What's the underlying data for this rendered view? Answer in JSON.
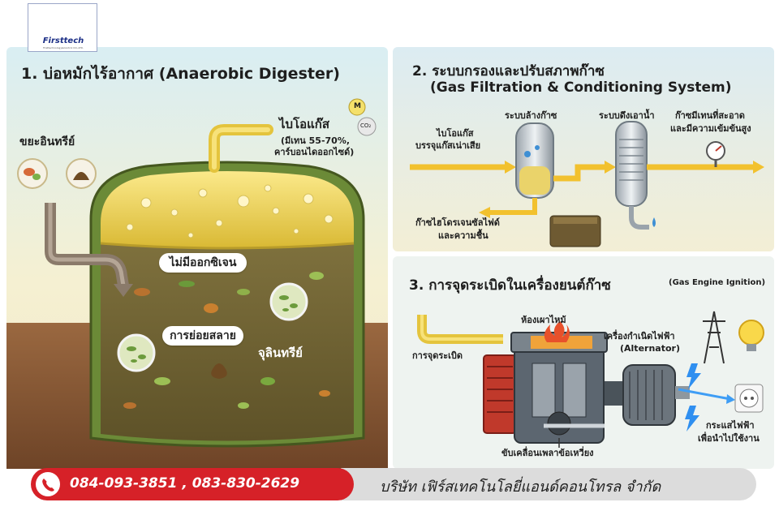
{
  "logo": {
    "name": "Firsttech",
    "subtitle": "Firsttechnology&Control CO.,LTD."
  },
  "panel1": {
    "title": "1. บ่อหมักไร้อากาศ (Anaerobic Digester)",
    "organic_waste": "ขยะอินทรีย์",
    "biogas_label": "ไบโอแก๊ส",
    "biogas_detail_1": "(มีเทน 55-70%,",
    "biogas_detail_2": "คาร์บอนไดออกไซด์)",
    "m_tag": "M",
    "co2_tag": "CO₂",
    "no_oxygen": "ไม่มีออกซิเจน",
    "decomposition": "การย่อยสลาย",
    "microbes": "จุลินทรีย์"
  },
  "panel2": {
    "title": "2. ระบบกรองและปรับสภาพก๊าซ",
    "subtitle": "(Gas Filtration & Conditioning System)",
    "input_1": "ไบโอแก๊ส",
    "input_2": "บรรจุแก๊สเน่าเสีย",
    "scrubber": "ระบบล้างก๊าซ",
    "dehumidifier": "ระบบดึงเอาน้ำ",
    "output_1": "ก๊าซมีเทนที่สะอาด",
    "output_2": "และมีความเข้มข้นสูง",
    "removed_1": "ก๊าซไฮโดรเจนซัลไฟด์",
    "removed_2": "และความชื้น"
  },
  "panel3": {
    "title": "3. การจุดระเบิดในเครื่องยนต์ก๊าซ",
    "subtitle": "(Gas Engine Ignition)",
    "chamber": "ห้องเผาไหม้",
    "ignition": "การจุดระเบิด",
    "alternator_1": "เครื่องกำเนิดไฟฟ้า",
    "alternator_2": "(Alternator)",
    "crankshaft": "ขับเคลื่อนเพลาข้อเหวี่ยง",
    "power_1": "กระแสไฟฟ้า",
    "power_2": "เพื่อนำไปใช้งาน"
  },
  "footer": {
    "phones": "084-093-3851 , 083-830-2629",
    "company": "บริษัท เฟิร์สเทคโนโลยี่แอนด์คอนโทรล จำกัด"
  },
  "colors": {
    "panel_bg": "#f4efd2",
    "panel_bg_top": "#dbeef2",
    "tank_green": "#6f8f3a",
    "tank_dark": "#4e5f2c",
    "slurry": "#7a6a3a",
    "gas_yellow": "#f1d34a",
    "arrow_yellow": "#f2c12e",
    "soil": "#8b5a32",
    "footer_red": "#d62128",
    "footer_gray": "#dcdcdc"
  },
  "icons": [
    "wrench-icon",
    "phone-icon",
    "gauge-icon",
    "lightning-icon",
    "lightbulb-icon",
    "power-tower-icon",
    "outlet-icon",
    "flame-icon",
    "water-drop-icon"
  ]
}
